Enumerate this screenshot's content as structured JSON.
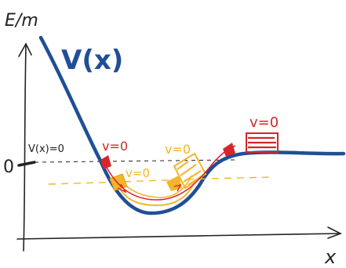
{
  "axes": {
    "y_label": "E/m",
    "x_label": "x",
    "origin_label": "0"
  },
  "curve": {
    "label": "V(x)",
    "zero_label": "V(x)=0",
    "color": "#1f4f96"
  },
  "annotations": {
    "left_turning_red": "v=0",
    "right_block_red": "v=0",
    "left_turning_yellow": "v=0",
    "right_turning_yellow": "v=0"
  },
  "colors": {
    "red": "#d6262b",
    "yellow": "#f3b52b",
    "ink": "#222222"
  }
}
